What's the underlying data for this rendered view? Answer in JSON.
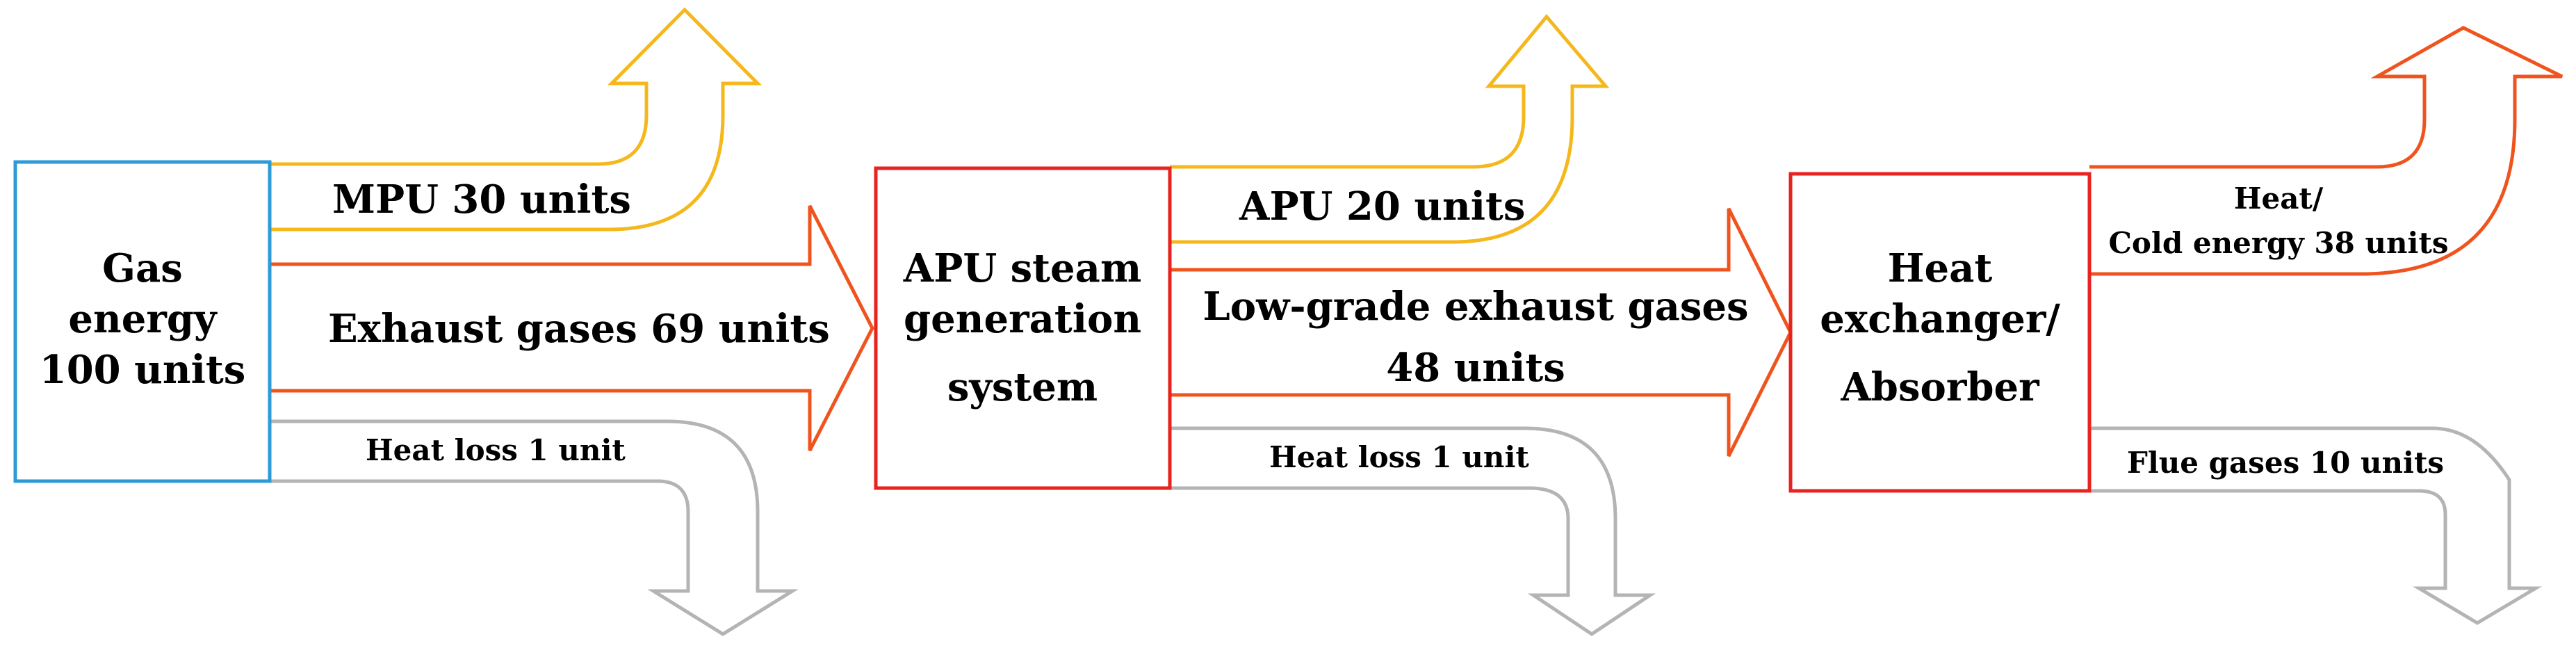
{
  "colors": {
    "gas_box": "#2e9bd6",
    "red_box": "#e8231f",
    "mpu_apu_arrow": "#f5b81c",
    "exhaust_arrow": "#f0541e",
    "heat_loss_arrow": "#b4b4b4",
    "useful_heat_arrow": "#f0541e"
  },
  "boxes": {
    "gas": {
      "line1": "Gas",
      "line2": "energy",
      "line3": "100 units"
    },
    "apu": {
      "line1": "APU steam",
      "line2": "generation",
      "line3": "system"
    },
    "hx": {
      "line1": "Heat",
      "line2": "exchanger/",
      "line3": "Absorber"
    }
  },
  "flows": {
    "mpu": "MPU 30 units",
    "exhaust": "Exhaust gases 69 units",
    "heat_loss_1": "Heat loss 1 unit",
    "apu": "APU 20 units",
    "lowgrade_line1": "Low-grade exhaust gases",
    "lowgrade_line2": "48 units",
    "heat_loss_2": "Heat loss 1 unit",
    "heat_cold_line1": "Heat/",
    "heat_cold_line2": "Cold energy 38 units",
    "flue": "Flue gases 10 units"
  }
}
